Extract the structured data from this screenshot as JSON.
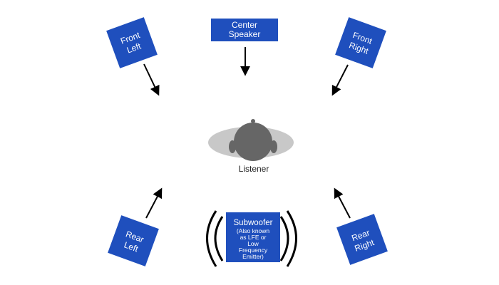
{
  "colors": {
    "speaker_fill": "#1f4fbd",
    "speaker_border": "#0d2f86",
    "arrow": "#000000",
    "head": "#666666",
    "head_halo": "#c8c8c8",
    "sound_waves": "#000000"
  },
  "speakers": {
    "front_left": {
      "line1": "Front",
      "line2": "Left"
    },
    "center": {
      "line1": "Center",
      "line2": "Speaker"
    },
    "front_right": {
      "line1": "Front",
      "line2": "Right"
    },
    "rear_left": {
      "line1": "Rear",
      "line2": "Left"
    },
    "rear_right": {
      "line1": "Rear",
      "line2": "Right"
    }
  },
  "subwoofer": {
    "title": "Subwoofer",
    "note_lines": [
      "(Also known",
      "as LFE or",
      "Low",
      "Frequency",
      "Emitter)"
    ]
  },
  "listener": {
    "label": "Listener"
  }
}
